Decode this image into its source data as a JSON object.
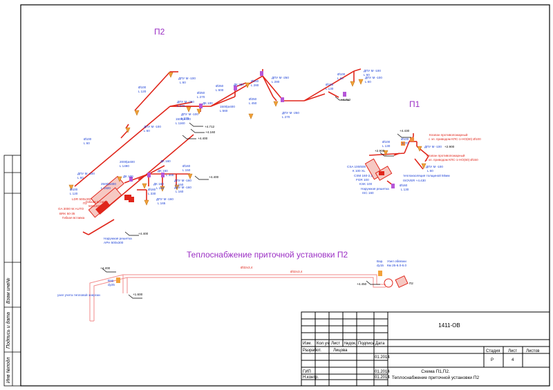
{
  "section_p2": "П2",
  "section_p1": "П1",
  "heat_supply_title": "Теплоснабжение приточной установки П2",
  "side_stamp": {
    "inv_orig": "Инв №подл",
    "sign_date": "Подпись и дата",
    "inv_replace": "Взам инв№"
  },
  "p2_labels": [
    {
      "text": "ДПУ М -100"
    },
    {
      "text": "L 60"
    },
    {
      "text": "Ø100"
    },
    {
      "text": "L 120"
    },
    {
      "text": "ДПУ М -250"
    },
    {
      "text": "L 270"
    },
    {
      "text": "Ø250"
    },
    {
      "text": "L 270"
    },
    {
      "text": "Ø250"
    },
    {
      "text": "L 600"
    },
    {
      "text": "ДК 250"
    },
    {
      "text": "Ø250"
    },
    {
      "text": "L 280"
    },
    {
      "text": "ДПУ М -250"
    },
    {
      "text": "L 280"
    },
    {
      "text": "Ø250"
    },
    {
      "text": "L 450"
    },
    {
      "text": "1500|ø400"
    },
    {
      "text": "L 560"
    },
    {
      "text": "ДПУ М -250"
    },
    {
      "text": "L 270"
    },
    {
      "text": "Ø100"
    },
    {
      "text": "L 130"
    },
    {
      "text": "ДПУ М -100"
    },
    {
      "text": "L 60"
    },
    {
      "text": "ДПУ М -100"
    },
    {
      "text": "L 60"
    },
    {
      "text": "Ø100"
    },
    {
      "text": "L 60"
    },
    {
      "text": "+4.712"
    },
    {
      "text": "ДК 100"
    },
    {
      "text": "ДПУ М -100"
    },
    {
      "text": "L 270"
    },
    {
      "text": "1500|ø400"
    },
    {
      "text": "L 1160"
    },
    {
      "text": "ДПУ М -100"
    },
    {
      "text": "L 60"
    },
    {
      "text": "+4.712"
    },
    {
      "text": "+4.160"
    },
    {
      "text": "+4.400"
    },
    {
      "text": "Ø100"
    },
    {
      "text": "L 60"
    },
    {
      "text": "ДПУ М -100"
    },
    {
      "text": "L 60"
    },
    {
      "text": "2000|ø400"
    },
    {
      "text": "L 1490"
    },
    {
      "text": "ДК 160"
    },
    {
      "text": "ДК 100"
    },
    {
      "text": "ДК 160"
    },
    {
      "text": "L 300"
    },
    {
      "text": "Ø160"
    },
    {
      "text": "L 150"
    },
    {
      "text": "+4.400"
    },
    {
      "text": "2500|ø400"
    },
    {
      "text": "L 1920"
    },
    {
      "text": "ДК 160"
    },
    {
      "text": "L 160"
    },
    {
      "text": "ДПУ М -160"
    },
    {
      "text": "L 150"
    },
    {
      "text": "ДПУ М -160"
    },
    {
      "text": "L 160"
    },
    {
      "text": "Ø100"
    },
    {
      "text": "L 120"
    },
    {
      "text": "LDR 500х300"
    },
    {
      "text": "Гибкая вставка"
    },
    {
      "text": "500х300"
    },
    {
      "text": "П2"
    },
    {
      "text": "GA 3000 W AUTO"
    },
    {
      "text": "BRK 50-35"
    },
    {
      "text": "Гибкая вставка"
    },
    {
      "text": "Ø160"
    },
    {
      "text": "L 330"
    },
    {
      "text": "ДПУ М -160"
    },
    {
      "text": "L 165"
    },
    {
      "text": "Наружная решетка"
    },
    {
      "text": "АРН 500х300"
    },
    {
      "text": "+4.400"
    }
  ],
  "p1_labels": [
    {
      "text": "+4.430"
    },
    {
      "text": "Клапан противопожарный"
    },
    {
      "text": "с эл. приводом КПС-1-НО(60) Ø100"
    },
    {
      "text": "Ø100"
    },
    {
      "text": "L 130"
    },
    {
      "text": "Ø100"
    },
    {
      "text": "L 70"
    },
    {
      "text": "ДПУ М -100"
    },
    {
      "text": "+2.900"
    },
    {
      "text": "+2.900"
    },
    {
      "text": "Клапан противопожарный"
    },
    {
      "text": "с эл. приводом КПС-1-НО(60) Ø150"
    },
    {
      "text": "ДПУ М -100"
    },
    {
      "text": "L 60"
    },
    {
      "text": "CSA 100/600"
    },
    {
      "text": "К 100 XL"
    },
    {
      "text": "CSM 160-2,1"
    },
    {
      "text": "FGR 100"
    },
    {
      "text": "KSK 100"
    },
    {
      "text": "Наружная решетка"
    },
    {
      "text": "ISC 160"
    },
    {
      "text": "теплоизоляция толщиной 50мм"
    },
    {
      "text": "ISOVER +4.430"
    },
    {
      "text": "Ø160"
    },
    {
      "text": "L 130"
    }
  ],
  "heat_labels": [
    {
      "text": "+4.200"
    },
    {
      "text": "Ø32х3,4"
    },
    {
      "text": "Ø32х3,4"
    },
    {
      "text": "Вар."
    },
    {
      "text": "dy25"
    },
    {
      "text": "Вар."
    },
    {
      "text": "dy15"
    },
    {
      "text": "Узел обвязки"
    },
    {
      "text": "Км 25-6.0-6.0"
    },
    {
      "text": "+4.450"
    },
    {
      "text": "П2"
    },
    {
      "text": "узел учета тепловой энергии"
    },
    {
      "text": "+1.600"
    }
  ],
  "title_block": {
    "doc_code": "1411-ОВ",
    "h_izm": "Изм.",
    "h_koluch": "Кол.уч",
    "h_list": "Лист",
    "h_ndok": "№док.",
    "h_podpis": "Подпись",
    "h_date": "Дата",
    "razrab": "Разработ.",
    "razrab_name": "Лицова",
    "razrab_date": "01.2014",
    "gip": "ГИП",
    "gip_date": "01.2014",
    "nkontr": "Н.контр.",
    "nkontr_date": "01.2014",
    "stage_h": "Стадия",
    "sheet_h": "Лист",
    "sheets_h": "Листов",
    "stage": "Р",
    "sheet": "4",
    "sheets": "",
    "sheet_title_1": "Схема П1,П2.",
    "sheet_title_2": "Теплоснабжение приточной установки П2"
  },
  "colors": {
    "duct": "#e0261b",
    "pipe": "#f28a8a",
    "heading": "#9b2fc4",
    "label": "#1a3fd6",
    "diffuser": "#f2a23a",
    "frame": "#000000"
  }
}
